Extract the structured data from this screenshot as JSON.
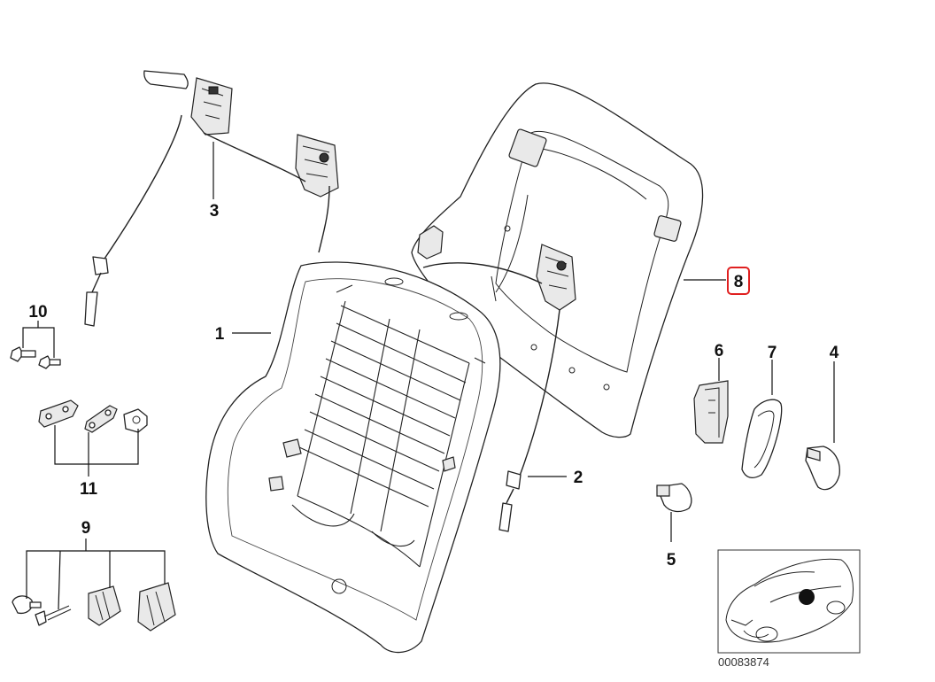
{
  "callouts": {
    "c1": "1",
    "c2": "2",
    "c3": "3",
    "c4": "4",
    "c5": "5",
    "c6": "6",
    "c7": "7",
    "c8": "8",
    "c9": "9",
    "c10": "10",
    "c11": "11"
  },
  "highlighted_callout": "8",
  "highlight_color": "#e02020",
  "reference_number": "00083874"
}
